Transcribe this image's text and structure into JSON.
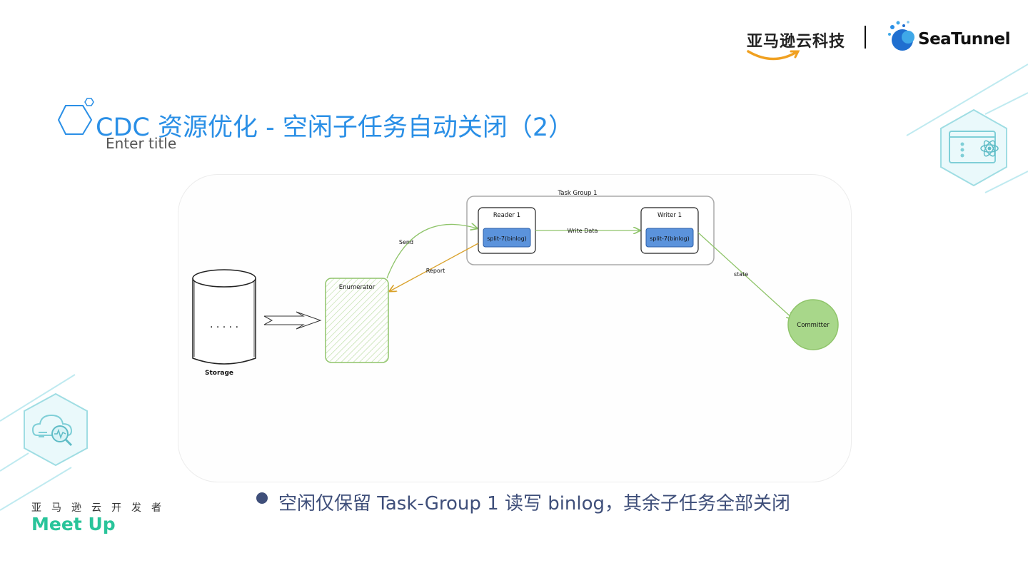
{
  "header": {
    "brand_cn": "亚马逊云科技",
    "brand_product": "SeaTunnel"
  },
  "slide": {
    "title": "CDC 资源优化 -  空闲子任务自动关闭（2）",
    "subtitle": "Enter title",
    "bullet": "空闲仅保留  Task-Group 1  读写  binlog，其余子任务全部关闭"
  },
  "footer": {
    "meetup_cn": "亚马逊云开发者",
    "meetup_en": "Meet Up"
  },
  "diagram": {
    "task_group_label": "Task Group 1",
    "reader_label": "Reader 1",
    "reader_split": "split-7(binlog)",
    "writer_label": "Writer 1",
    "writer_split": "split-7(binlog)",
    "write_data_label": "Write Data",
    "send_label": "Send",
    "report_label": "Report",
    "state_label": "state",
    "enumerator_label": "Enumerator",
    "storage_dots": "· · · · ·",
    "storage_label": "Storage",
    "committer_label": "Committer"
  },
  "colors": {
    "title_blue": "#2a8fe6",
    "split_box": "#5b93dc",
    "green": "#8fc46a",
    "orange": "#d9a12a",
    "teal": "#7fd6dc"
  }
}
